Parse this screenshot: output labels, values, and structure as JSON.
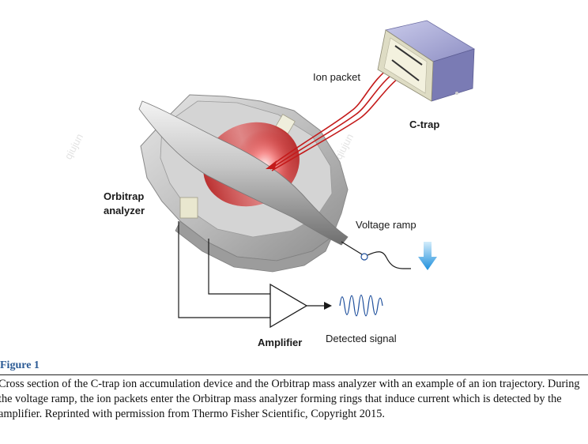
{
  "labels": {
    "ion_packet": "Ion packet",
    "c_trap": "C-trap",
    "orbitrap_line1": "Orbitrap",
    "orbitrap_line2": "analyzer",
    "voltage_ramp": "Voltage ramp",
    "amplifier": "Amplifier",
    "detected_signal": "Detected signal"
  },
  "watermark": "qiujun",
  "figure": {
    "heading": "Figure 1",
    "caption": "Cross section of the C-trap ion accumulation device and the Orbitrap mass analyzer with an example of an ion trajectory. During the voltage ramp, the ion packets enter the Orbitrap mass analyzer forming rings that induce current which is detected by the amplifier. Reprinted with permission from Thermo Fisher Scientific, Copyright 2015."
  },
  "colors": {
    "metal": "#bcbcbc",
    "ion_red": "#d01c1c",
    "ctrap_body": "#8e8fc4",
    "arrow_blue": "#2a9be0",
    "signal_blue": "#1e4f9c",
    "heading_blue": "#2b5a94"
  }
}
